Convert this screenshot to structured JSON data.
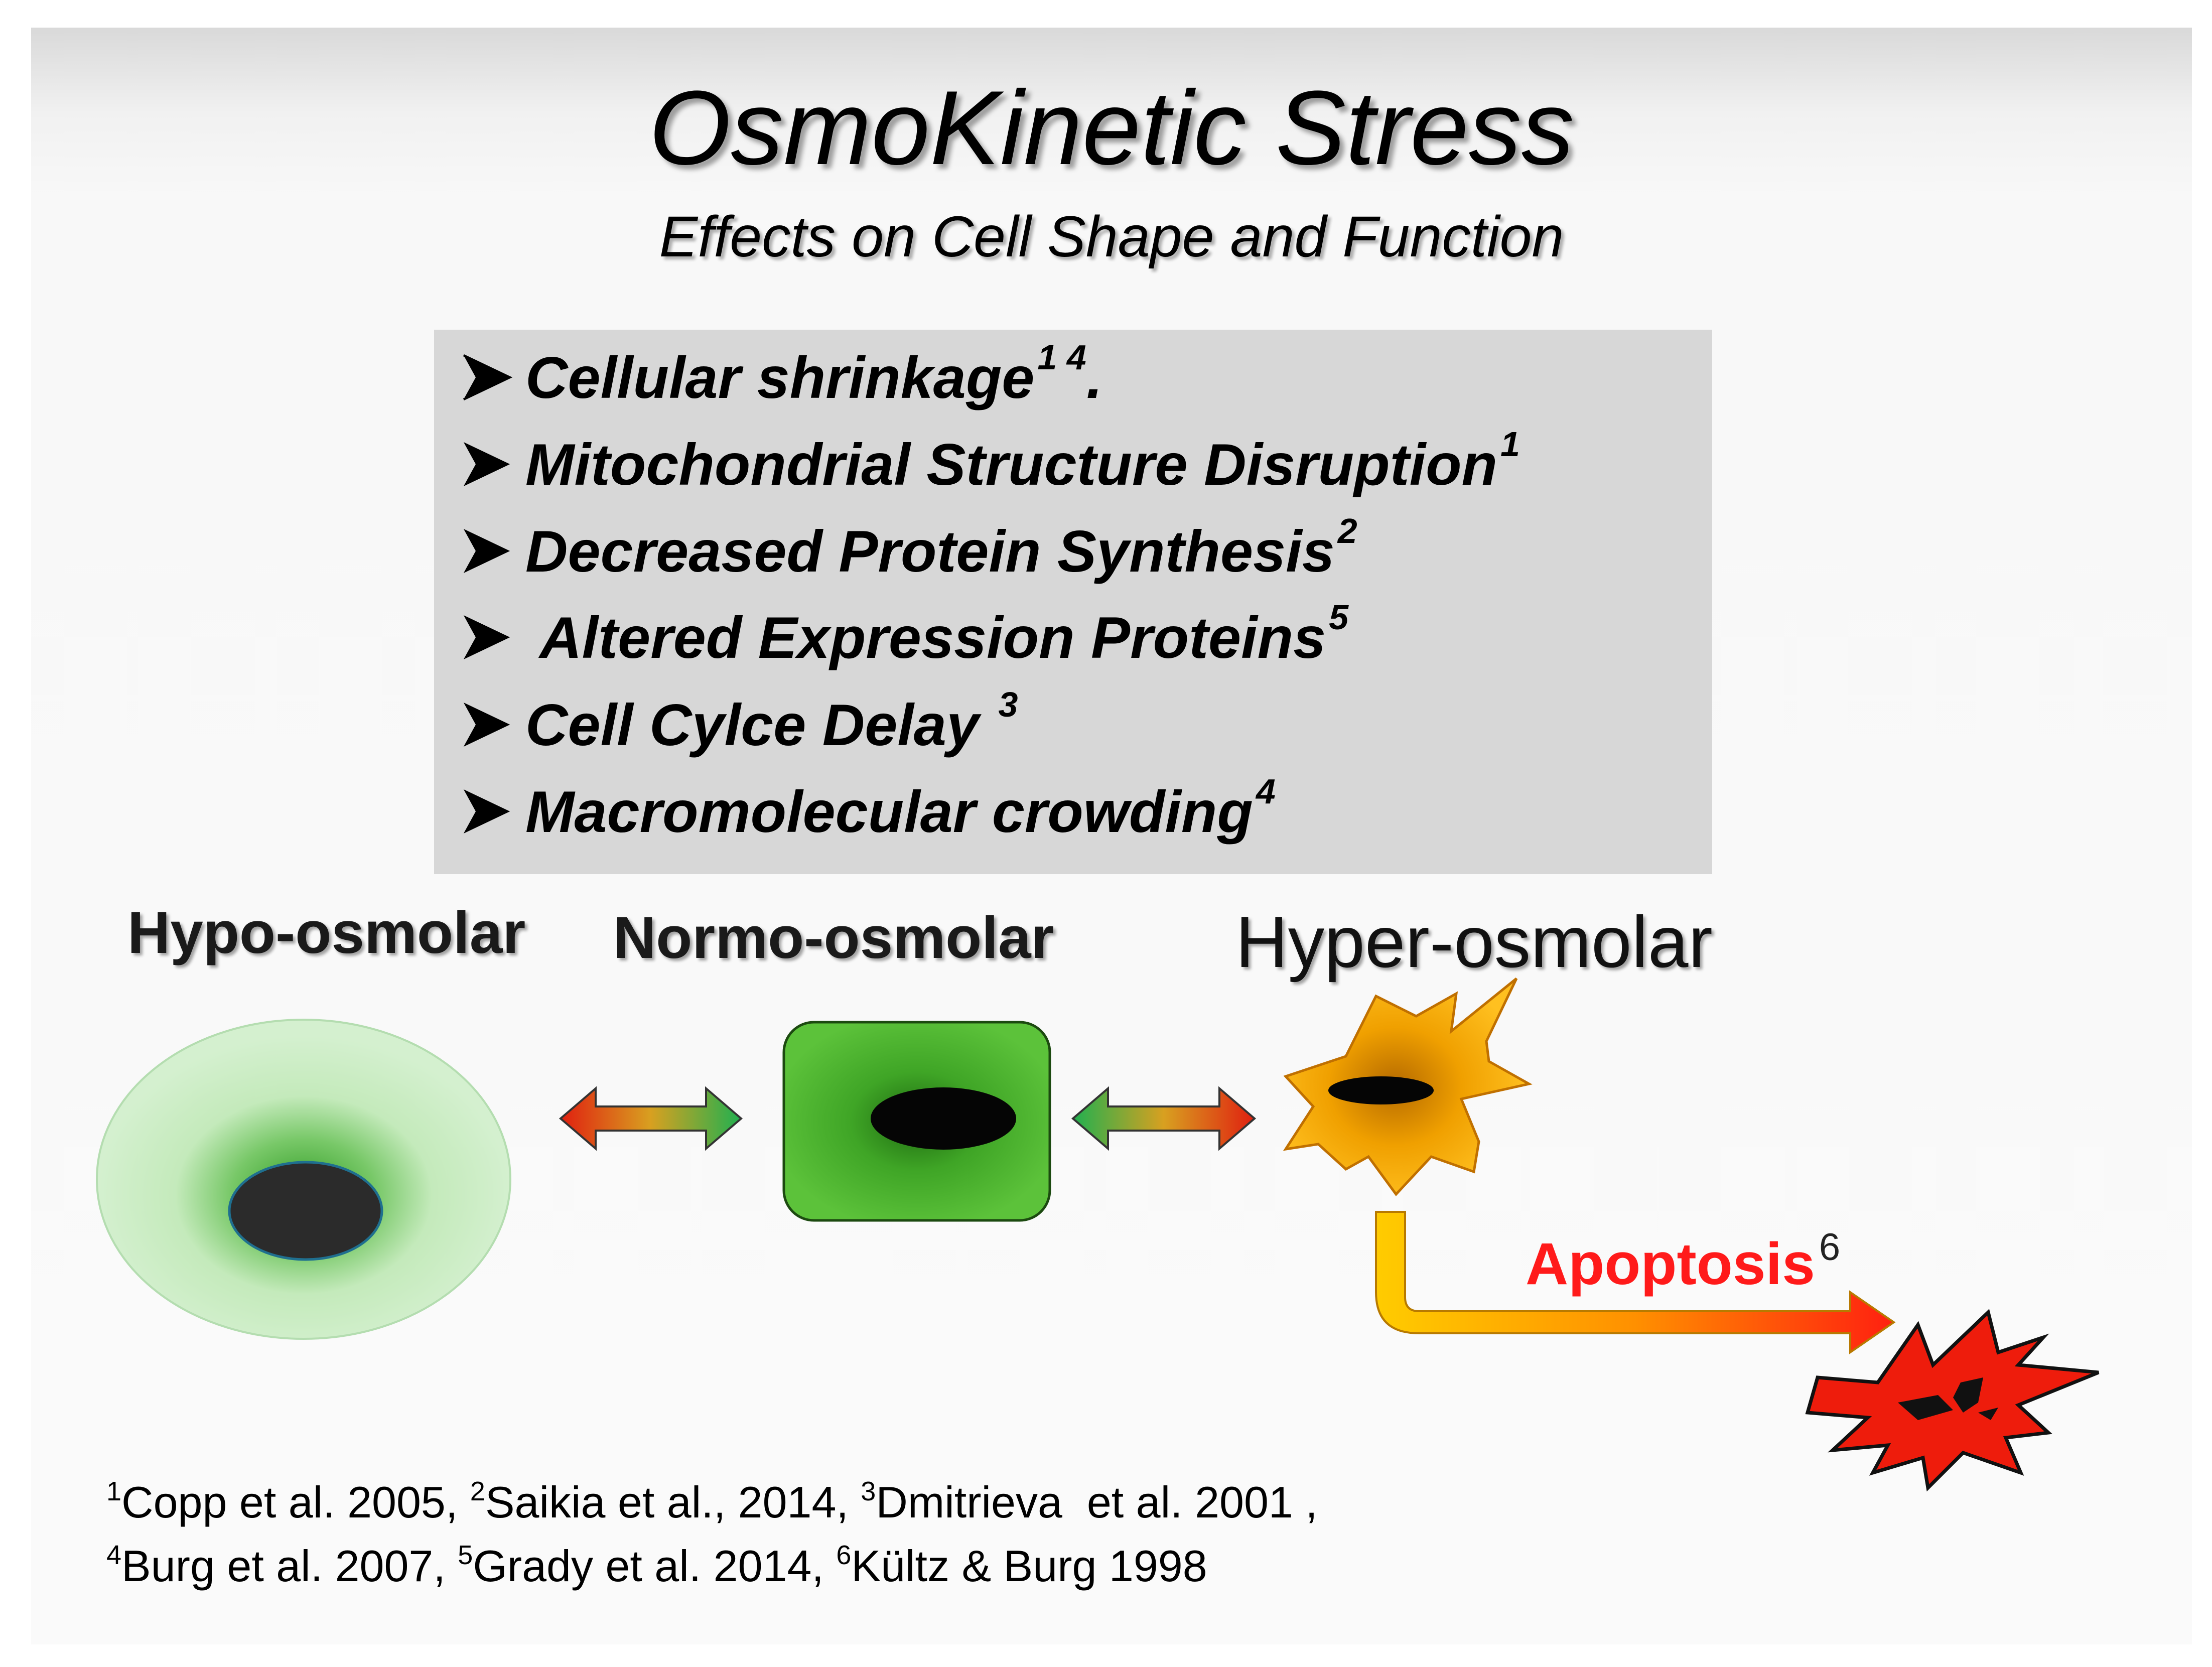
{
  "title": "OsmoKinetic Stress",
  "subtitle": "Effects on Cell Shape and Function",
  "effects": [
    {
      "text": "Cellular shrinkage",
      "ref": "1 4",
      "suffix": "."
    },
    {
      "text": "Mitochondrial Structure Disruption",
      "ref": "1",
      "suffix": ""
    },
    {
      "text": "Decreased Protein Synthesis",
      "ref": "2",
      "suffix": ""
    },
    {
      "text": " Altered Expression Proteins",
      "ref": "5",
      "suffix": ""
    },
    {
      "text": "Cell Cylce Delay ",
      "ref": "3",
      "suffix": ""
    },
    {
      "text": "Macromolecular crowding",
      "ref": "4",
      "suffix": ""
    }
  ],
  "states": {
    "hypo": "Hypo-osmolar",
    "normo": "Normo-osmolar",
    "hyper": "Hyper-osmolar"
  },
  "apoptosis": {
    "label": "Apoptosis",
    "ref": "6"
  },
  "references": {
    "line1": [
      {
        "sup": "1",
        "text": "Copp et al. 2005, "
      },
      {
        "sup": "2",
        "text": "Saikia et al., 2014, "
      },
      {
        "sup": "3",
        "text": "Dmitrieva  et al. 2001 ,"
      }
    ],
    "line2": [
      {
        "sup": "4",
        "text": "Burg et al. 2007, "
      },
      {
        "sup": "5",
        "text": "Grady et al. 2014, "
      },
      {
        "sup": "6",
        "text": "Kültz & Burg 1998"
      }
    ]
  },
  "colors": {
    "hypo_cell": "#c8ecc0",
    "normo_cell": "#4cb82a",
    "hyper_cell": "#f5a800",
    "apoptotic_cell": "#ee1c0c",
    "nucleus": "#2a2a2a",
    "apoptosis_text": "#ff1a1a"
  }
}
